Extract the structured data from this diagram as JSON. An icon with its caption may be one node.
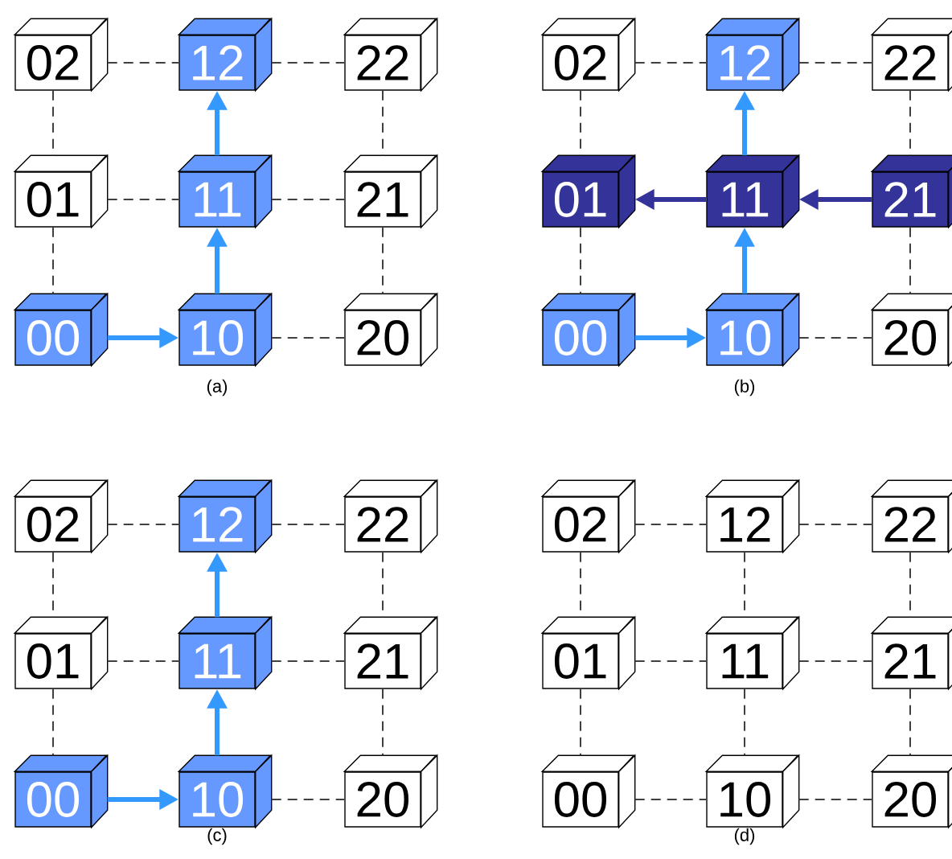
{
  "diagram": {
    "nodes": [
      {
        "text": [
          "02"
        ]
      },
      {
        "text": [
          "12"
        ]
      },
      {
        "text": [
          "22"
        ]
      },
      {
        "text": [
          "01"
        ]
      },
      {
        "text": [
          "11"
        ]
      },
      {
        "text": [
          "21"
        ]
      },
      {
        "text": [
          "00"
        ]
      },
      {
        "text": [
          "10"
        ]
      },
      {
        "text": [
          "20"
        ]
      },
      {
        "text": [
          "02"
        ]
      },
      {
        "text": [
          "12"
        ]
      },
      {
        "text": [
          "22"
        ]
      },
      {
        "text": [
          "01"
        ]
      },
      {
        "text": [
          "11"
        ]
      },
      {
        "text": [
          "21"
        ]
      },
      {
        "text": [
          "00"
        ]
      },
      {
        "text": [
          "10"
        ]
      },
      {
        "text": [
          "20"
        ]
      },
      {
        "text": [
          "02"
        ]
      },
      {
        "text": [
          "12"
        ]
      },
      {
        "text": [
          "22"
        ]
      },
      {
        "text": [
          "01"
        ]
      },
      {
        "text": [
          "11"
        ]
      },
      {
        "text": [
          "21"
        ]
      },
      {
        "text": [
          "00"
        ]
      },
      {
        "text": [
          "10"
        ]
      },
      {
        "text": [
          "20"
        ]
      },
      {
        "text": [
          "02"
        ]
      },
      {
        "text": [
          "12"
        ]
      },
      {
        "text": [
          "22"
        ]
      },
      {
        "text": [
          "01"
        ]
      },
      {
        "text": [
          "11"
        ]
      },
      {
        "text": [
          "21"
        ]
      },
      {
        "text": [
          "00"
        ]
      },
      {
        "text": [
          "10"
        ]
      },
      {
        "text": [
          "20"
        ]
      }
    ],
    "edges": [
      {
        "from": 6,
        "to": 7,
        "arrow": "to",
        "style": "thick",
        "color": "#3399ff"
      },
      {
        "from": 7,
        "to": 4,
        "arrow": "to",
        "style": "thick",
        "color": "#3399ff"
      },
      {
        "from": 4,
        "to": 1,
        "arrow": "to",
        "style": "thick",
        "color": "#3399ff"
      },
      {
        "from": 0,
        "to": 1,
        "arrow": "none",
        "style": "dashed"
      },
      {
        "from": 1,
        "to": 2,
        "arrow": "none",
        "style": "dashed"
      },
      {
        "from": 3,
        "to": 4,
        "arrow": "none",
        "style": "dashed"
      },
      {
        "from": 4,
        "to": 5,
        "arrow": "none",
        "style": "dashed"
      },
      {
        "from": 7,
        "to": 8,
        "arrow": "none",
        "style": "dashed"
      },
      {
        "from": 0,
        "to": 3,
        "arrow": "none",
        "style": "dashed"
      },
      {
        "from": 3,
        "to": 6,
        "arrow": "none",
        "style": "dashed"
      },
      {
        "from": 2,
        "to": 5,
        "arrow": "none",
        "style": "dashed"
      },
      {
        "from": 5,
        "to": 8,
        "arrow": "none",
        "style": "dashed"
      },
      {
        "from": 15,
        "to": 16,
        "arrow": "to",
        "style": "thick",
        "color": "#3399ff"
      },
      {
        "from": 16,
        "to": 13,
        "arrow": "to",
        "style": "thick",
        "color": "#3399ff"
      },
      {
        "from": 13,
        "to": 10,
        "arrow": "to",
        "style": "thick",
        "color": "#3399ff"
      },
      {
        "from": 13,
        "to": 12,
        "arrow": "to",
        "style": "thick",
        "color": "#333399"
      },
      {
        "from": 14,
        "to": 13,
        "arrow": "to",
        "style": "thick",
        "color": "#333399"
      },
      {
        "from": 9,
        "to": 10,
        "arrow": "none",
        "style": "dashed"
      },
      {
        "from": 10,
        "to": 11,
        "arrow": "none",
        "style": "dashed"
      },
      {
        "from": 16,
        "to": 17,
        "arrow": "none",
        "style": "dashed"
      },
      {
        "from": 9,
        "to": 12,
        "arrow": "none",
        "style": "dashed"
      },
      {
        "from": 12,
        "to": 15,
        "arrow": "none",
        "style": "dashed"
      },
      {
        "from": 11,
        "to": 14,
        "arrow": "none",
        "style": "dashed"
      },
      {
        "from": 14,
        "to": 17,
        "arrow": "none",
        "style": "dashed"
      },
      {
        "from": 24,
        "to": 25,
        "arrow": "to",
        "style": "thick",
        "color": "#3399ff"
      },
      {
        "from": 25,
        "to": 22,
        "arrow": "to",
        "style": "thick",
        "color": "#3399ff"
      },
      {
        "from": 22,
        "to": 19,
        "arrow": "to",
        "style": "thick",
        "color": "#3399ff"
      },
      {
        "from": 18,
        "to": 19,
        "arrow": "none",
        "style": "dashed"
      },
      {
        "from": 19,
        "to": 20,
        "arrow": "none",
        "style": "dashed"
      },
      {
        "from": 21,
        "to": 22,
        "arrow": "none",
        "style": "dashed"
      },
      {
        "from": 22,
        "to": 23,
        "arrow": "none",
        "style": "dashed"
      },
      {
        "from": 25,
        "to": 26,
        "arrow": "none",
        "style": "dashed"
      },
      {
        "from": 18,
        "to": 21,
        "arrow": "none",
        "style": "dashed"
      },
      {
        "from": 21,
        "to": 24,
        "arrow": "none",
        "style": "dashed"
      },
      {
        "from": 20,
        "to": 23,
        "arrow": "none",
        "style": "dashed"
      },
      {
        "from": 23,
        "to": 26,
        "arrow": "none",
        "style": "dashed"
      },
      {
        "from": 27,
        "to": 28,
        "arrow": "none",
        "style": "dashed"
      },
      {
        "from": 28,
        "to": 29,
        "arrow": "none",
        "style": "dashed"
      },
      {
        "from": 30,
        "to": 31,
        "arrow": "none",
        "style": "dashed"
      },
      {
        "from": 31,
        "to": 32,
        "arrow": "none",
        "style": "dashed"
      },
      {
        "from": 33,
        "to": 34,
        "arrow": "none",
        "style": "dashed"
      },
      {
        "from": 34,
        "to": 35,
        "arrow": "none",
        "style": "dashed"
      },
      {
        "from": 27,
        "to": 30,
        "arrow": "none",
        "style": "dashed"
      },
      {
        "from": 30,
        "to": 33,
        "arrow": "none",
        "style": "dashed"
      },
      {
        "from": 28,
        "to": 31,
        "arrow": "none",
        "style": "dashed"
      },
      {
        "from": 31,
        "to": 34,
        "arrow": "none",
        "style": "dashed"
      },
      {
        "from": 29,
        "to": 32,
        "arrow": "none",
        "style": "dashed"
      },
      {
        "from": 32,
        "to": 35,
        "arrow": "none",
        "style": "dashed"
      }
    ],
    "labels": [
      "(a)",
      "(b)",
      "(c)",
      "(d)"
    ]
  }
}
